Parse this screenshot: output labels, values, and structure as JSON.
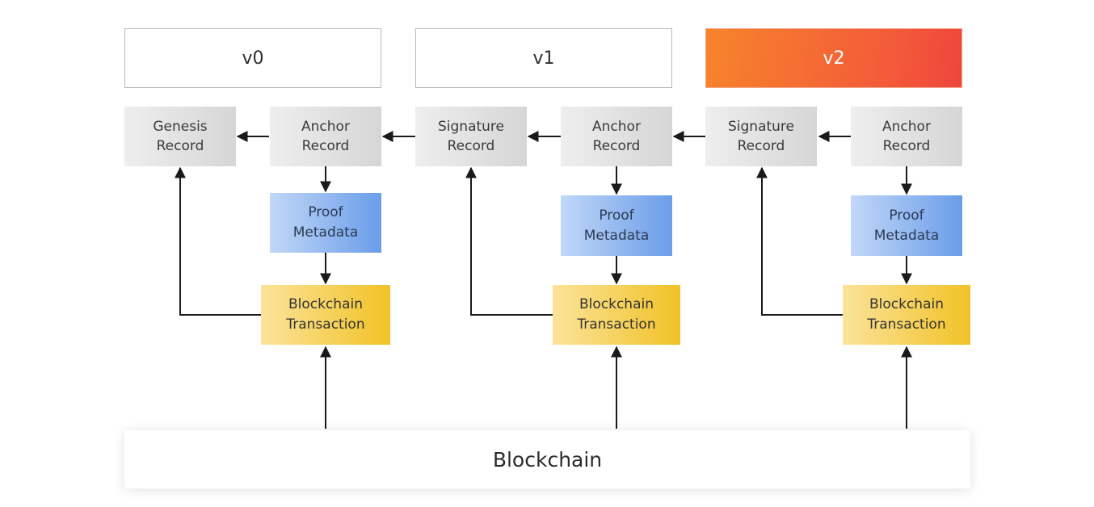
{
  "versions": [
    "v0",
    "v1",
    "v2"
  ],
  "records": {
    "genesis_record": "Genesis\nRecord",
    "anchor_record_0": "Anchor\nRecord",
    "signature_record_1": "Signature\nRecord",
    "anchor_record_1": "Anchor\nRecord",
    "signature_record_2": "Signature\nRecord",
    "anchor_record_2": "Anchor\nRecord"
  },
  "proof_metadata": [
    "Proof\nMetadata",
    "Proof\nMetadata",
    "Proof\nMetadata"
  ],
  "blockchain_transaction": [
    "Blockchain\nTransaction",
    "Blockchain\nTransaction",
    "Blockchain\nTransaction"
  ],
  "blockchain": "Blockchain",
  "colors": {
    "active_version_start": "#f7842b",
    "active_version_end": "#ef453c",
    "record_gray": "#d6d6d6",
    "proof_blue": "#6a9de9",
    "transaction_yellow": "#f1c227",
    "arrow": "#1a1a1a"
  },
  "active_version": "v2"
}
